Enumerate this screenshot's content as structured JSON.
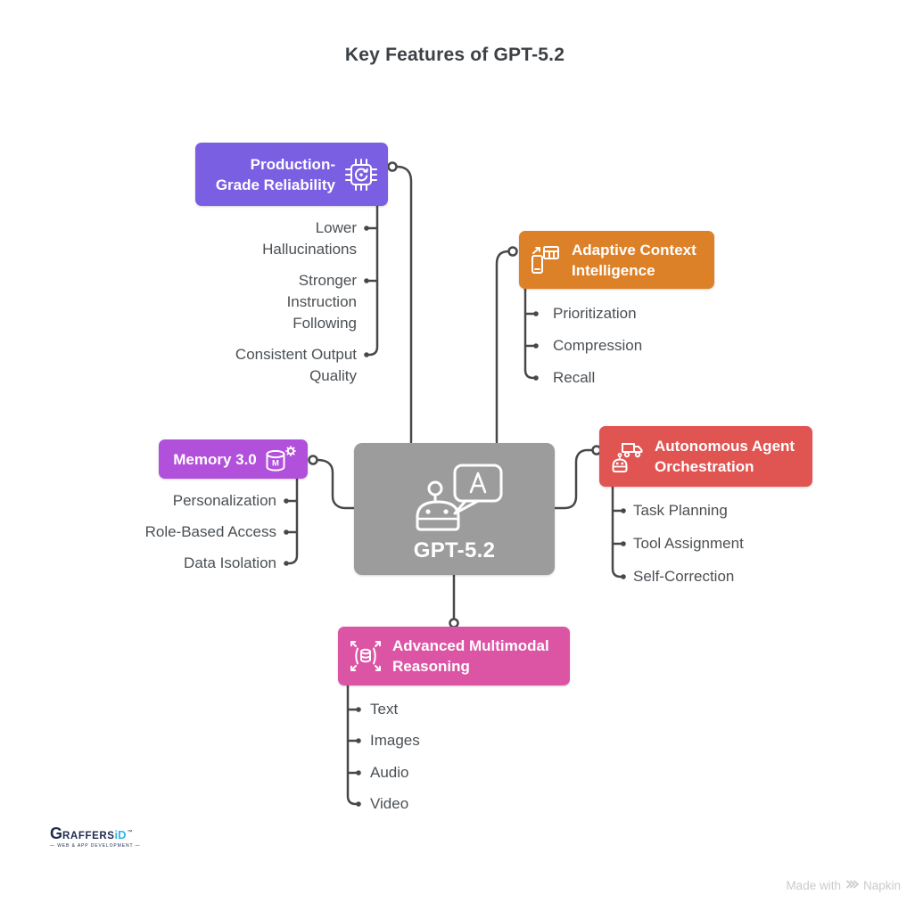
{
  "title": "Key Features of GPT-5.2",
  "center": {
    "label": "GPT-5.2",
    "icon": "robot-chat-icon",
    "icon_letter": "A",
    "color": "#9c9c9c"
  },
  "branches": [
    {
      "label": "Production-Grade Reliability",
      "icon": "chip-refresh-icon",
      "color": "#7a5fe3",
      "items": [
        "Lower Hallucinations",
        "Stronger Instruction Following",
        "Consistent Output Quality"
      ]
    },
    {
      "label": "Adaptive Context Intelligence",
      "icon": "device-sync-grid-icon",
      "color": "#dd8129",
      "items": [
        "Prioritization",
        "Compression",
        "Recall"
      ]
    },
    {
      "label": "Memory 3.0",
      "icon": "database-gear-icon",
      "icon_letter": "M",
      "color": "#b150db",
      "items": [
        "Personalization",
        "Role-Based Access",
        "Data Isolation"
      ]
    },
    {
      "label": "Autonomous Agent Orchestration",
      "icon": "robot-truck-icon",
      "color": "#e05452",
      "items": [
        "Task Planning",
        "Tool Assignment",
        "Self-Correction"
      ]
    },
    {
      "label": "Advanced Multimodal Reasoning",
      "icon": "expand-data-icon",
      "color": "#dc55a5",
      "items": [
        "Text",
        "Images",
        "Audio",
        "Video"
      ]
    }
  ],
  "footer": {
    "logo_g": "G",
    "logo_rest": "RAFFERS",
    "logo_id": "iD",
    "logo_tm": "™",
    "logo_tagline": "— WEB & APP DEVELOPMENT —",
    "credit": "Made with",
    "credit_brand": "Napkin"
  },
  "line_color": "#47484a"
}
